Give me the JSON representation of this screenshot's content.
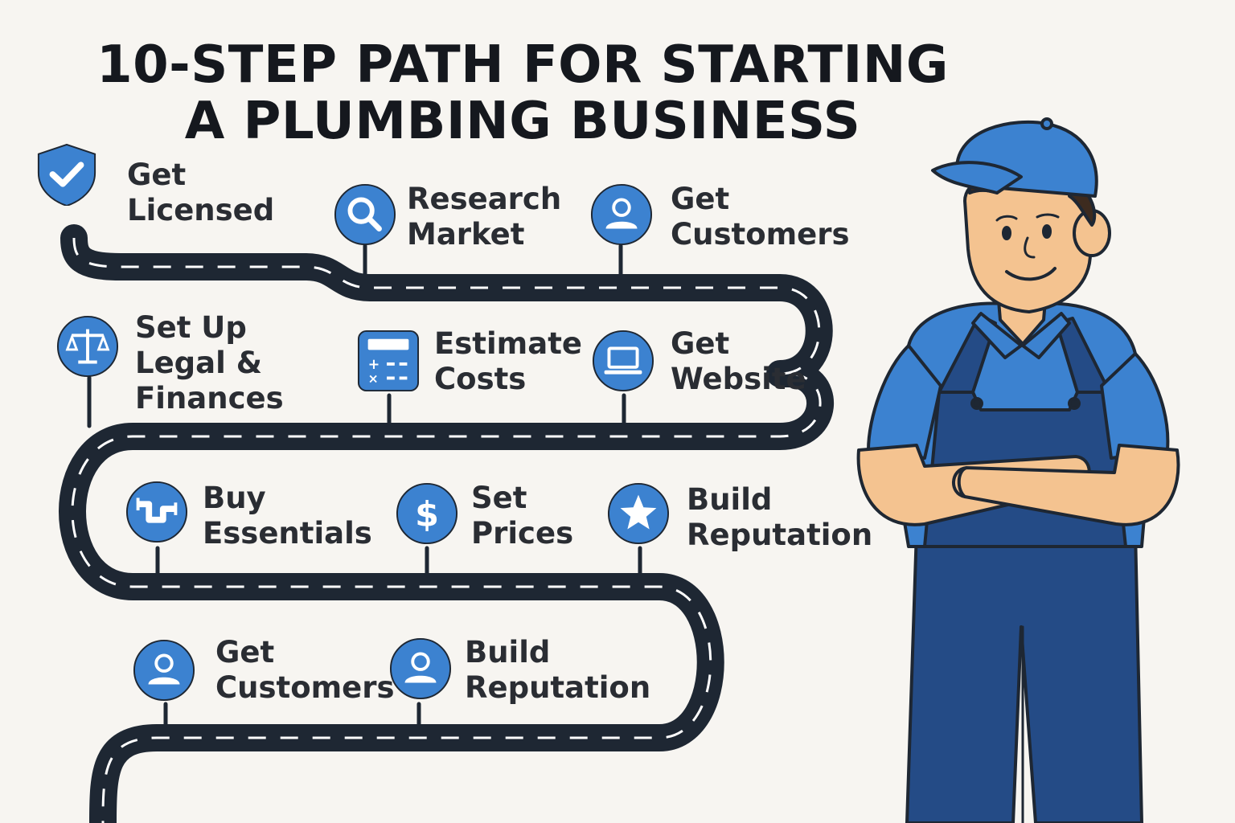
{
  "title": {
    "line1": "10-STEP PATH FOR STARTING",
    "line2": "A PLUMBING BUSINESS"
  },
  "colors": {
    "accent": "#3c82d0",
    "road": "#1e2733",
    "ink": "#15181e",
    "background": "#f7f5f1",
    "overalls": "#244b86"
  },
  "steps": [
    {
      "label": "Get\nLicensed",
      "icon": "shield-check-icon"
    },
    {
      "label": "Research\nMarket",
      "icon": "magnifier-icon"
    },
    {
      "label": "Get\nCustomers",
      "icon": "person-icon"
    },
    {
      "label": "Set Up\nLegal &\nFinances",
      "icon": "scales-icon"
    },
    {
      "label": "Estimate\nCosts",
      "icon": "calculator-icon"
    },
    {
      "label": "Get\nWebsite",
      "icon": "laptop-icon"
    },
    {
      "label": "Buy\nEssentials",
      "icon": "pipe-icon"
    },
    {
      "label": "Set\nPrices",
      "icon": "dollar-icon"
    },
    {
      "label": "Build\nReputation",
      "icon": "star-icon"
    },
    {
      "label": "Get\nCustomers",
      "icon": "person-icon"
    },
    {
      "label": "Build\nReputation",
      "icon": "person-icon"
    }
  ]
}
